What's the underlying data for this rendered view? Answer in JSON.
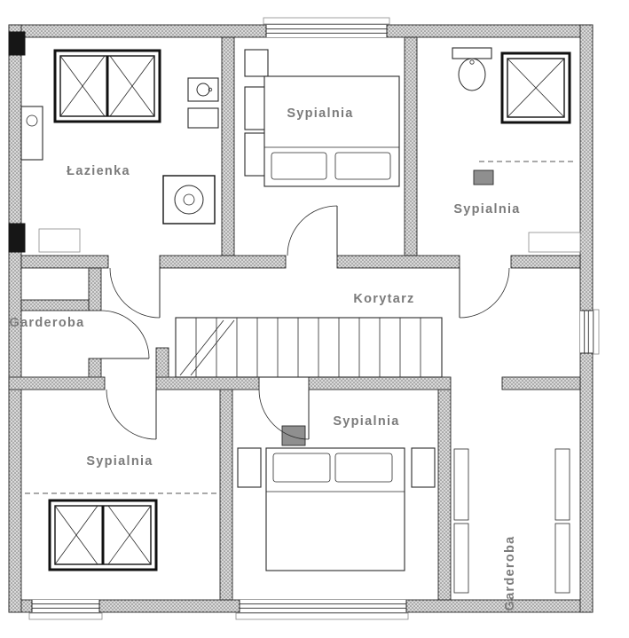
{
  "plan": {
    "rooms": {
      "lazienka": "Łazienka",
      "sypialnia_top": "Sypialnia",
      "sypialnia_right": "Sypialnia",
      "korytarz": "Korytarz",
      "garderoba_left": "Garderoba",
      "sypialnia_bottom_left": "Sypialnia",
      "sypialnia_bottom": "Sypialnia",
      "garderoba_right": "Garderoba"
    },
    "colors": {
      "background": "#ffffff",
      "wall_fill": "#d9d9d9",
      "wall_dot": "#6f6f6f",
      "line": "#2a2a2a",
      "label_text": "#7b7b7b",
      "chimney": "#161616",
      "flue": "#8f8f8f"
    }
  }
}
